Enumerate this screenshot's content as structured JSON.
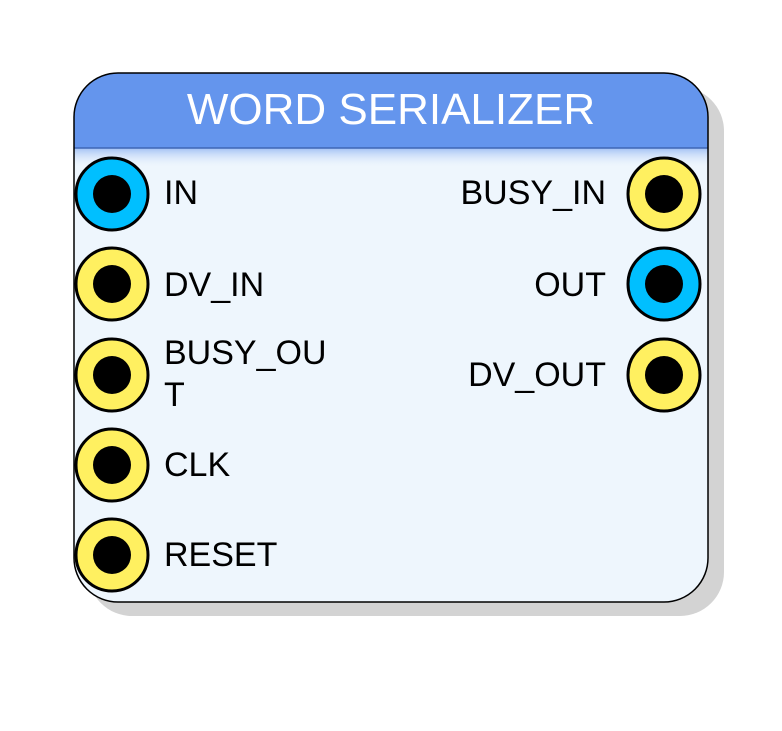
{
  "block": {
    "title": "WORD SERIALIZER",
    "colors": {
      "header": "#6495ED",
      "body": "#EEF6FD",
      "shadow": "#D3D3D3",
      "outline": "#000000",
      "title_text": "#FFFFFF"
    }
  },
  "ports": {
    "inputs": [
      {
        "label": "IN",
        "type": "data",
        "color": "#00BFFF"
      },
      {
        "label": "DV_IN",
        "type": "control",
        "color": "#FFF060"
      },
      {
        "label_line1": "BUSY_OU",
        "label_line2": "T",
        "type": "control",
        "color": "#FFF060"
      },
      {
        "label": "CLK",
        "type": "control",
        "color": "#FFF060"
      },
      {
        "label": "RESET",
        "type": "control",
        "color": "#FFF060"
      }
    ],
    "outputs": [
      {
        "label": "BUSY_IN",
        "type": "control",
        "color": "#FFF060"
      },
      {
        "label": "OUT",
        "type": "data",
        "color": "#00BFFF"
      },
      {
        "label": "DV_OUT",
        "type": "control",
        "color": "#FFF060"
      }
    ]
  }
}
